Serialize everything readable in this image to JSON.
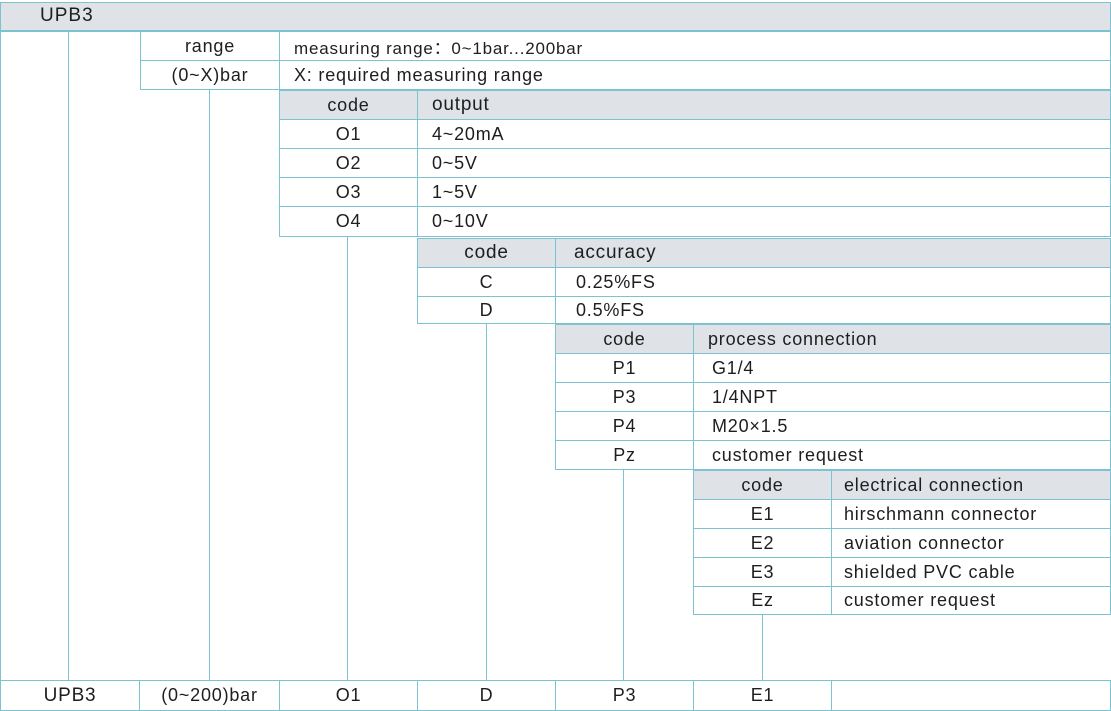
{
  "model": "UPB3",
  "range": {
    "label": "range",
    "unit_label": "(0~X)bar",
    "desc_line1": "measuring range：0~1bar...200bar",
    "desc_line2": "X: required  measuring  range"
  },
  "output": {
    "code_header": "code",
    "value_header": "output",
    "rows": [
      {
        "code": "O1",
        "value": "4~20mA"
      },
      {
        "code": "O2",
        "value": "0~5V"
      },
      {
        "code": "O3",
        "value": "1~5V"
      },
      {
        "code": "O4",
        "value": "0~10V"
      }
    ]
  },
  "accuracy": {
    "code_header": "code",
    "value_header": "accuracy",
    "rows": [
      {
        "code": "C",
        "value": "0.25%FS"
      },
      {
        "code": "D",
        "value": "0.5%FS"
      }
    ]
  },
  "process": {
    "code_header": "code",
    "value_header": "process connection",
    "rows": [
      {
        "code": "P1",
        "value": "G1/4"
      },
      {
        "code": "P3",
        "value": "1/4NPT"
      },
      {
        "code": "P4",
        "value": "M20×1.5"
      },
      {
        "code": "Pz",
        "value": "customer request"
      }
    ]
  },
  "electrical": {
    "code_header": "code",
    "value_header": "electrical connection",
    "rows": [
      {
        "code": "E1",
        "value": "hirschmann connector"
      },
      {
        "code": "E2",
        "value": "aviation connector"
      },
      {
        "code": "E3",
        "value": "shielded PVC cable"
      },
      {
        "code": "Ez",
        "value": "customer request"
      }
    ]
  },
  "example": {
    "model": "UPB3",
    "range": "(0~200)bar",
    "output": "O1",
    "accuracy": "D",
    "process": "P3",
    "electrical": "E1"
  }
}
